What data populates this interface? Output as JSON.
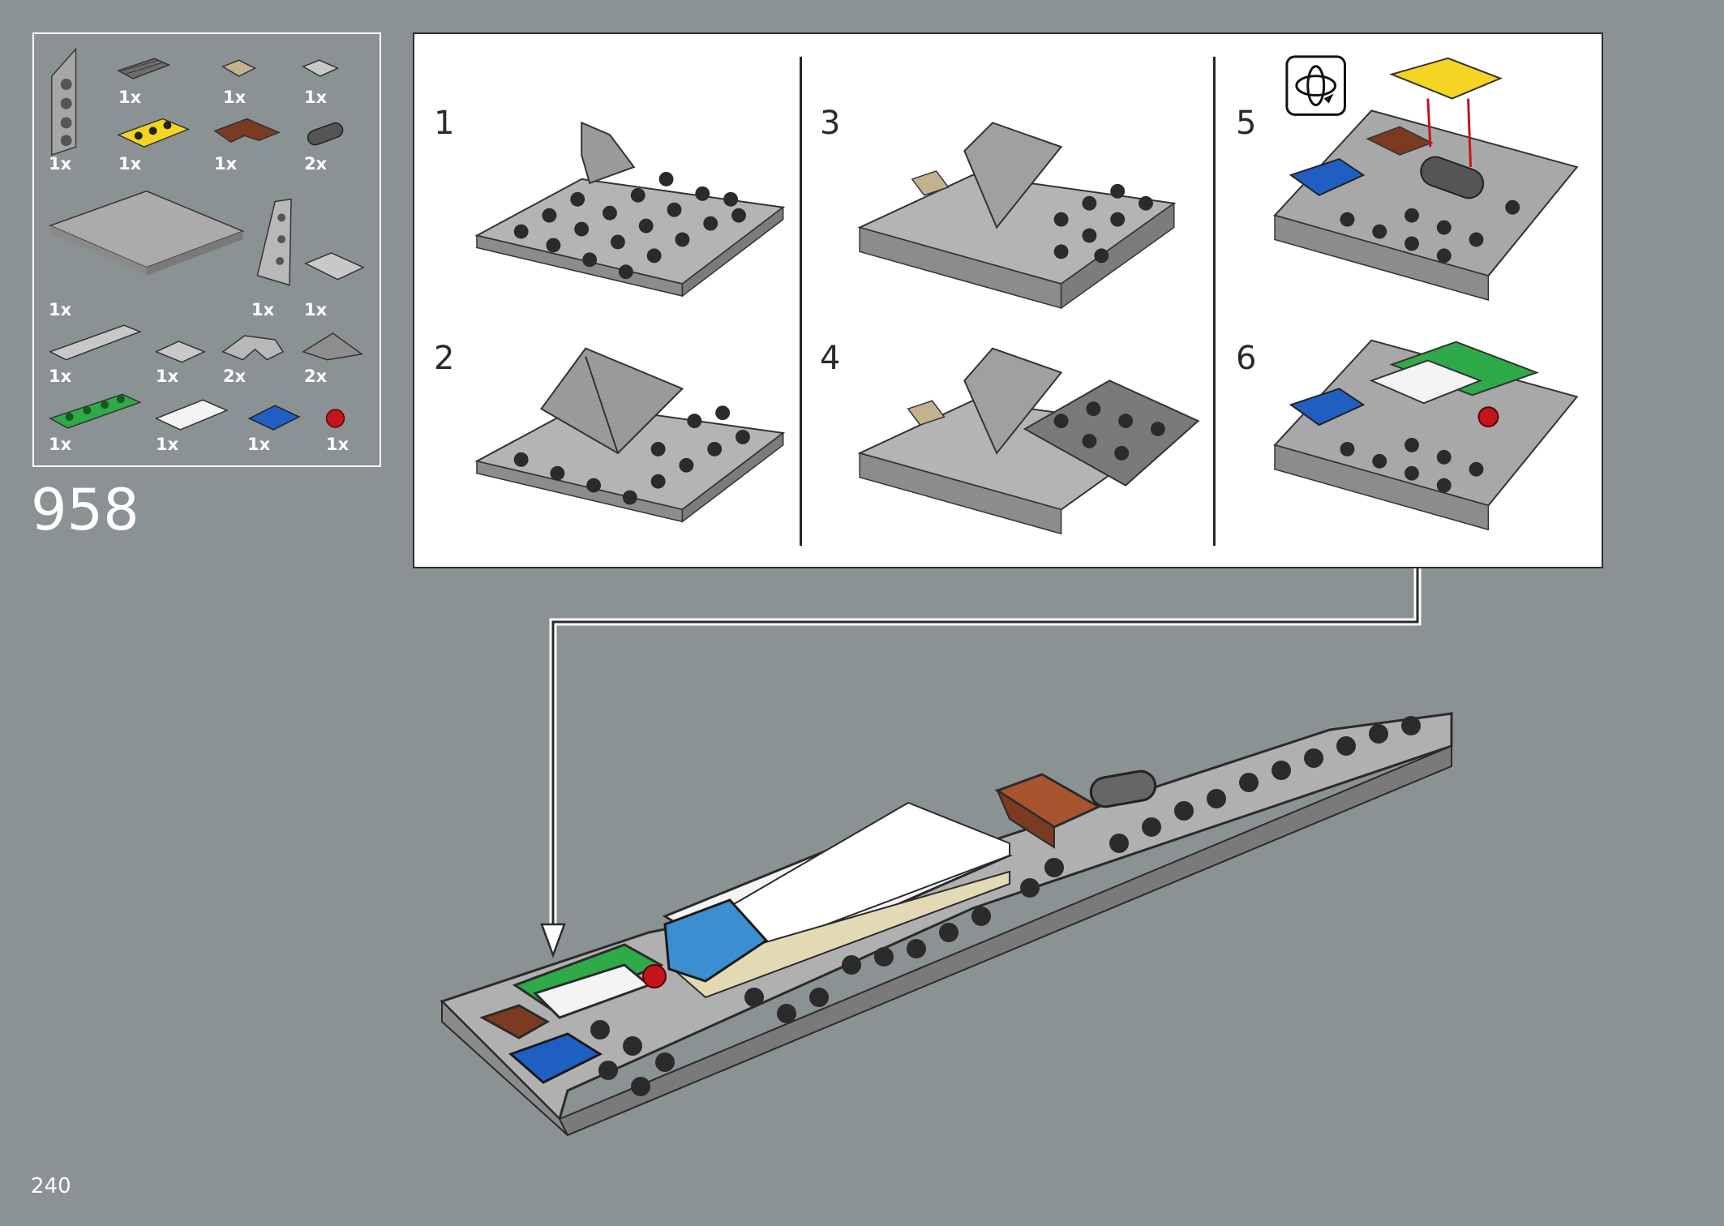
{
  "page": {
    "number": "240",
    "step_number": "958"
  },
  "parts_list": [
    {
      "name": "light-gray-wedge-plate",
      "qty": "1x"
    },
    {
      "name": "dark-gray-grille-tile",
      "qty": "1x"
    },
    {
      "name": "tan-tile-1x1",
      "qty": "1x"
    },
    {
      "name": "light-gray-tile-1x1",
      "qty": "1x"
    },
    {
      "name": "yellow-plate-1x3",
      "qty": "1x"
    },
    {
      "name": "brown-corner-plate",
      "qty": "1x"
    },
    {
      "name": "dark-gray-link-plate",
      "qty": "2x"
    },
    {
      "name": "light-gray-plate-6x6",
      "qty": "1x"
    },
    {
      "name": "light-gray-wedge-plate-2",
      "qty": "1x"
    },
    {
      "name": "light-gray-tile-2x2",
      "qty": "1x"
    },
    {
      "name": "light-gray-tile-1x4",
      "qty": "1x"
    },
    {
      "name": "light-gray-jumper-tile",
      "qty": "1x"
    },
    {
      "name": "light-gray-curved-tile",
      "qty": "2x"
    },
    {
      "name": "dark-gray-wedge-tile",
      "qty": "2x"
    },
    {
      "name": "green-plate-1x4",
      "qty": "1x"
    },
    {
      "name": "white-jumper-tile-1x3",
      "qty": "1x"
    },
    {
      "name": "blue-jumper-plate",
      "qty": "1x"
    },
    {
      "name": "red-round-plate",
      "qty": "1x"
    }
  ],
  "substeps": [
    {
      "number": "1"
    },
    {
      "number": "2"
    },
    {
      "number": "3"
    },
    {
      "number": "4"
    },
    {
      "number": "5"
    },
    {
      "number": "6"
    }
  ],
  "icons": {
    "rotate": "rotate-model-icon",
    "arrow": "down-arrow-icon"
  },
  "colors": {
    "background": "#8b9294",
    "light_gray": "#a8a8a8",
    "dark_gray": "#5e5e5e",
    "yellow": "#f5d422",
    "brown": "#7a3b22",
    "green": "#2eaa48",
    "blue": "#1f5fc4",
    "red": "#c4141c",
    "tan": "#c2b28e",
    "white": "#ffffff"
  }
}
